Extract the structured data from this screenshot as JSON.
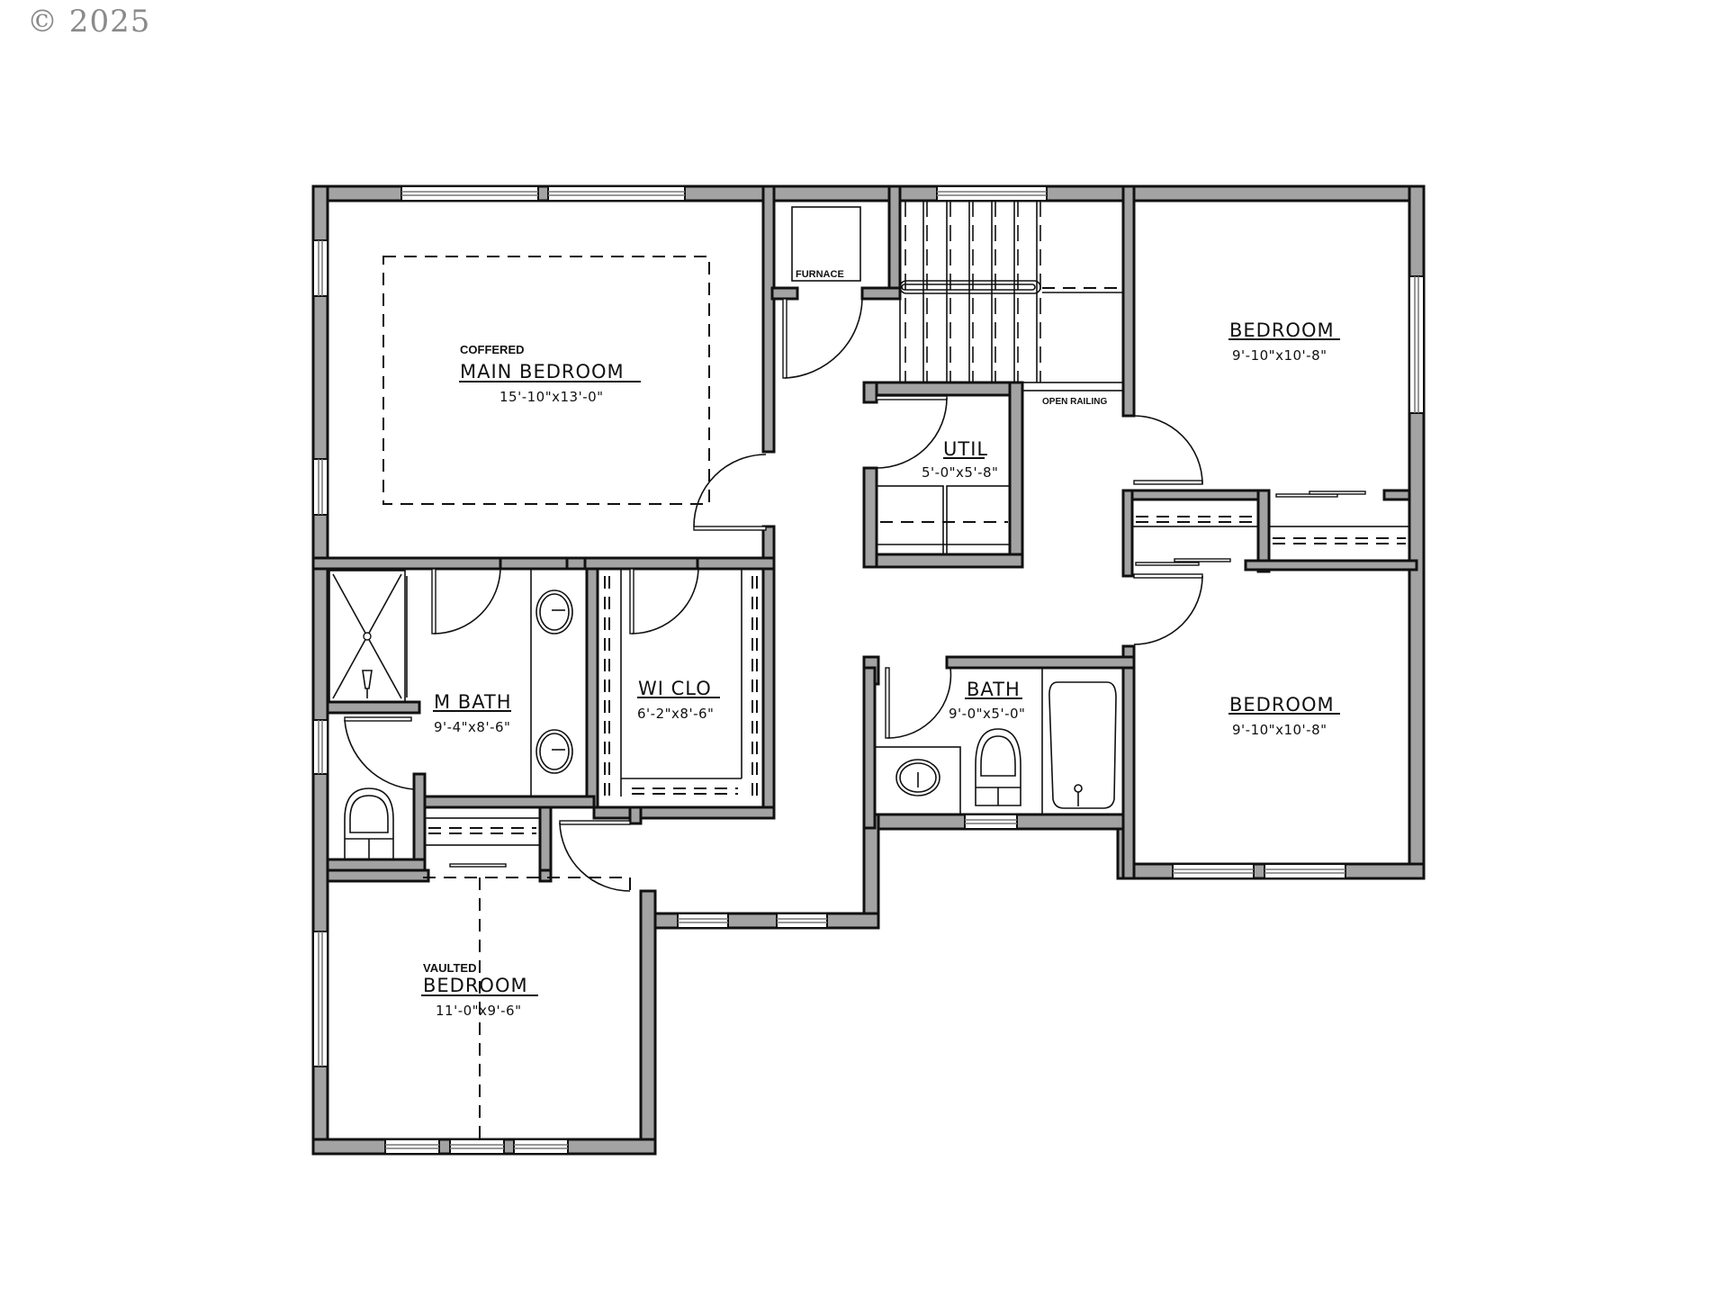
{
  "copyright": "© 2025",
  "colors": {
    "wall": "#a3a3a3",
    "line": "#111111",
    "background": "#ffffff",
    "copyright": "#8a8a8a"
  },
  "rooms": {
    "main_bedroom": {
      "note": "COFFERED",
      "name": "MAIN BEDROOM",
      "size": "15'-10\"x13'-0\""
    },
    "bedroom_ne": {
      "name": "BEDROOM",
      "size": "9'-10\"x10'-8\""
    },
    "bedroom_se": {
      "name": "BEDROOM",
      "size": "9'-10\"x10'-8\""
    },
    "util": {
      "name": "UTIL",
      "size": "5'-0\"x5'-8\""
    },
    "m_bath": {
      "name": "M BATH",
      "size": "9'-4\"x8'-6\""
    },
    "wi_clo": {
      "name": "WI CLO",
      "size": "6'-2\"x8'-6\""
    },
    "bath": {
      "name": "BATH",
      "size": "9'-0\"x5'-0\""
    },
    "vaulted_bedroom": {
      "note": "VAULTED",
      "name": "BEDROOM",
      "size": "11'-0\"x9'-6\""
    }
  },
  "annotations": {
    "furnace": "FURNACE",
    "open_railing": "OPEN RAILING"
  }
}
